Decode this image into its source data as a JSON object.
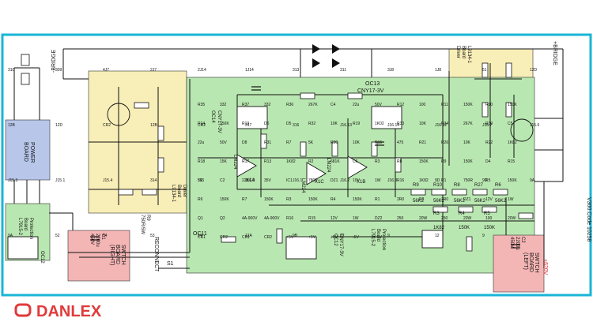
{
  "diagram": {
    "code": "V300.Code 10258",
    "bridge_left": "-BRIDGE",
    "bridge_right": "+BRIDGE",
    "power_board": [
      "POWER",
      "BOARD"
    ],
    "protection_board_left": [
      "Protection",
      "Board",
      "L7915-2"
    ],
    "oc12": "OC12",
    "driver_board_left": [
      "Driver",
      "Board",
      "L9134-1"
    ],
    "driver_board_right": [
      "Driver",
      "Board",
      "L9134-1"
    ],
    "protection_board_main": [
      "Protection",
      "Board",
      "L7915-2"
    ],
    "switch_board_right": [
      "SWTCH",
      "BOARD",
      "(RIGHT)"
    ],
    "switch_board_left": [
      "SWTCH",
      "BOARD",
      "(LEFT)"
    ],
    "reconnect": "RECONNECT",
    "s1": "S1",
    "oc13": [
      "OC13",
      "CNY17-3V"
    ],
    "oc14": [
      "CNY17-3V",
      "OC14"
    ],
    "oc11": "OC11",
    "oc12b": [
      "CNY17-3V",
      "OC12"
    ],
    "lm224": [
      "LM224",
      "LM224",
      "LM224"
    ],
    "opamps": [
      "X1A",
      "X1C",
      "X1B"
    ],
    "plus620": "+620V",
    "c1": [
      "C1",
      "2200u",
      "450V"
    ],
    "c2": [
      "C2",
      "2200u",
      "450V"
    ],
    "r9": [
      "R9",
      "750R/5W"
    ],
    "r_chain": [
      "R9",
      "R10",
      "R8",
      "R27",
      "R6"
    ],
    "r_chain_vals": [
      "56K2",
      "56K2",
      "56K2",
      "56K2",
      "56K2"
    ],
    "r_mid": [
      "R3",
      "R4",
      "R5"
    ],
    "r_mid_vals": [
      "1K82",
      "150K",
      "150K"
    ],
    "misc": [
      "R35",
      "332",
      "R37",
      "332",
      "R36",
      "267K",
      "C4",
      "22u",
      "50V",
      "R12",
      "100",
      "R11",
      "150K",
      "R10",
      "150K",
      "R14",
      "150K",
      "R13",
      "D6",
      "D5",
      "R32",
      "10K",
      "R19",
      "1K02",
      "R33",
      "10K",
      "R34",
      "267K",
      "R30",
      "C5",
      "22u",
      "50V",
      "D8",
      "R31",
      "R7",
      "5K",
      "R20",
      "10K",
      "R16",
      "475",
      "R21",
      "R26",
      "10K",
      "R22",
      "1K82",
      "R18",
      "15K",
      "R17",
      "R13",
      "1K82",
      "R2",
      "681K",
      "C6",
      "R3",
      "R8",
      "150K",
      "R9",
      "150K",
      "D4",
      "R15",
      "5K",
      "C2",
      "22u",
      "35V",
      "IC1",
      "7805",
      "DZ1",
      "10V",
      "1W",
      "R16",
      "1K82",
      "R1",
      "750R",
      "R5",
      "150K",
      "R6",
      "150K",
      "R7",
      "150K",
      "R3",
      "150K",
      "R4",
      "150K",
      "R1",
      "2R0",
      "R2",
      "2R0",
      "DZ1",
      "12V",
      "1W",
      "Q1",
      "Q2",
      "4A-900V",
      "4A-900V",
      "R16",
      "R15",
      "12V",
      "1W",
      "DZ2",
      "250",
      "20W",
      "250",
      "20W",
      "100",
      "20W",
      "CR1",
      "CR2",
      "CR1",
      "CR2",
      "+5V",
      "+5V",
      "+5V",
      "-5V",
      "+5V"
    ],
    "pins_left": [
      "310",
      "309",
      "4J7",
      "2J7",
      "2J14",
      "1J14",
      "313",
      "311",
      "3J8",
      "1J8",
      "51",
      "12D",
      "12B",
      "12D",
      "CR2",
      "12B",
      "CR2",
      "317",
      "316",
      "J16.13",
      "J16.14",
      "J16.12",
      "J16.7",
      "J15.6",
      "J15.3",
      "J15.1",
      "J15.4",
      "314",
      "315",
      "J16.8",
      "J16.1",
      "J16.2",
      "J16.3",
      "9D",
      "9D",
      "9A",
      "9A",
      "52",
      "54",
      "53",
      "14",
      "12A",
      "9B",
      "12",
      "9",
      "12",
      "9"
    ],
    "brand": "DANLEX"
  }
}
